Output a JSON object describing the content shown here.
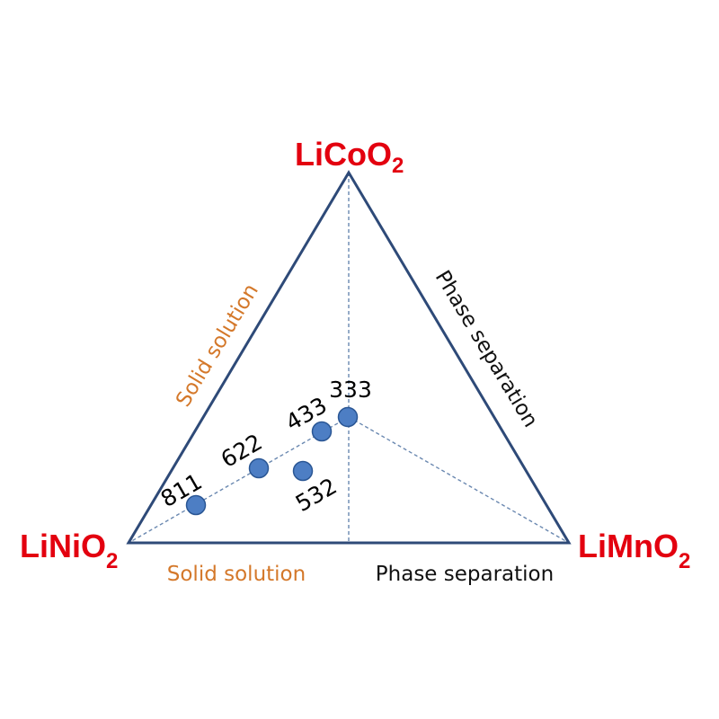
{
  "colors": {
    "triangle": "#2e4a78",
    "guides": "#6a88b0",
    "points": "#4d7ec4",
    "point_outline": "#2a5694",
    "vertex_text": "#e3000f",
    "solid_solution_text": "#d4782a",
    "phase_separation_text": "#111111"
  },
  "vertices": {
    "top": {
      "base": "LiCoO",
      "sub": "2"
    },
    "left": {
      "base": "LiNiO",
      "sub": "2"
    },
    "right": {
      "base": "LiMnO",
      "sub": "2"
    }
  },
  "regions": {
    "left_edge": "Solid solution",
    "right_edge": "Phase separation",
    "bottom_left": "Solid solution",
    "bottom_right": "Phase separation"
  },
  "compositions": [
    {
      "label": "811"
    },
    {
      "label": "622"
    },
    {
      "label": "433"
    },
    {
      "label": "333"
    },
    {
      "label": "532"
    }
  ]
}
